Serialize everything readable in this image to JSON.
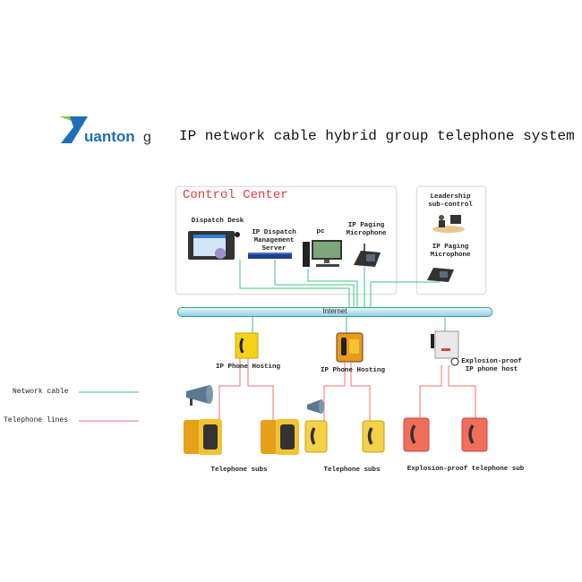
{
  "logo": {
    "text": "Yuantong"
  },
  "title": "IP network cable hybrid group telephone system",
  "control_center": {
    "title": "Control Center",
    "devices": {
      "dispatch_desk": "Dispatch Desk",
      "server": "IP Dispatch Management Server",
      "pc": "pc",
      "paging_mic": "IP Paging Microphone"
    }
  },
  "leadership": {
    "title": "Leadership sub-control",
    "paging_mic": "IP Paging Microphone"
  },
  "internet": "Internet",
  "hosts": [
    {
      "label": "IP Phone Hosting",
      "subs_label": "Telephone subs"
    },
    {
      "label": "IP Phone Hosting",
      "subs_label": "Telephone subs"
    },
    {
      "label": "Explosion-proof IP phone host",
      "subs_label": "Explosion-proof telephone sub"
    }
  ],
  "legend": [
    {
      "label": "Network cable",
      "color": "#3cc47c"
    },
    {
      "label": "Telephone lines",
      "color": "#f07070"
    }
  ],
  "colors": {
    "network": "#3cc47c",
    "telephone": "#f07070",
    "title_red": "#e83a3a"
  }
}
